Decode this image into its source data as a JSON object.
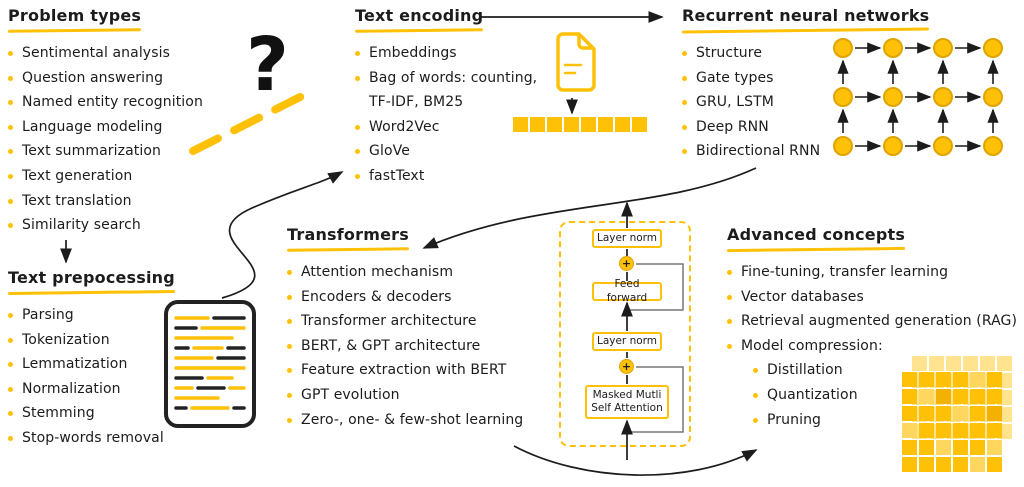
{
  "palette": {
    "accent": "#FFC107",
    "ink": "#1C1C1C",
    "skip_gray": "#777777"
  },
  "question_mark": "?",
  "sections": {
    "problem_types": {
      "title": "Problem types",
      "items": [
        "Sentimental analysis",
        "Question answering",
        "Named entity recognition",
        "Language modeling",
        "Text summarization",
        "Text generation",
        "Text translation",
        "Similarity search"
      ]
    },
    "text_preprocessing": {
      "title": "Text prepocessing",
      "items": [
        "Parsing",
        "Tokenization",
        "Lemmatization",
        "Normalization",
        "Stemming",
        "Stop-words removal"
      ]
    },
    "text_encoding": {
      "title": "Text encoding",
      "items": [
        "Embeddings",
        "Bag of words: counting, TF-IDF, BM25",
        "Word2Vec",
        "GloVe",
        "fastText"
      ],
      "token_square_count": 8
    },
    "rnn": {
      "title": "Recurrent neural networks",
      "items": [
        "Structure",
        "Gate types",
        "GRU, LSTM",
        "Deep RNN",
        "Bidirectional RNN"
      ],
      "diagram": {
        "rows": 3,
        "cols": 4
      }
    },
    "transformers": {
      "title": "Transformers",
      "items": [
        "Attention mechanism",
        "Encoders & decoders",
        "Transformer architecture",
        "BERT, & GPT architecture",
        "Feature extraction with BERT",
        "GPT evolution",
        "Zero-, one- & few-shot learning"
      ]
    },
    "advanced": {
      "title": "Advanced concepts",
      "items": [
        "Fine-tuning, transfer learning",
        "Vector databases",
        "Retrieval augmented generation (RAG)",
        "Model compression:"
      ],
      "sub_items": [
        "Distillation",
        "Quantization",
        "Pruning"
      ]
    }
  },
  "transformer_block": {
    "layer_norm_top": "Layer norm",
    "plus_1": "+",
    "feed_forward": "Feed forward",
    "layer_norm_mid": "Layer norm",
    "plus_2": "+",
    "attention_line_1": "Masked Mutli",
    "attention_line_2": "Self Attention"
  },
  "icons": {
    "question_dash": "yellow-dashed-marker-stroke",
    "preprocessing_document": "outlined-document-with-highlighted-lines",
    "encoding_file": "yellow-file-page",
    "token_squares": "row-of-yellow-squares",
    "rnn_diagram": "unrolled-rnn-circle-grid",
    "matrix_grid": "yellow-matrix-of-squares"
  }
}
